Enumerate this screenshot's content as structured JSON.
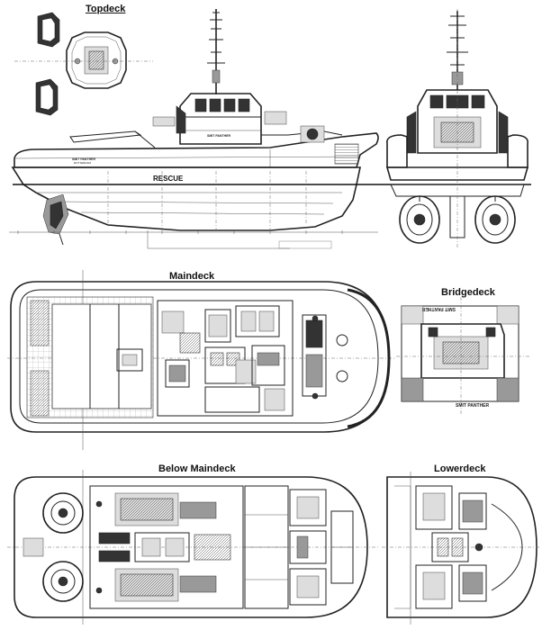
{
  "sheet": {
    "views": {
      "topdeck": "Topdeck",
      "maindeck": "Maindeck",
      "bridgedeck": "Bridgedeck",
      "below_maindeck": "Below Maindeck",
      "lowerdeck": "Lowerdeck"
    },
    "hull_text": {
      "rescue": "RESCUE",
      "vessel_name": "SMIT PANTHER",
      "vessel_name_mirrored": "SMIT PANTHER",
      "home_port": "ROTTERDAM"
    }
  }
}
